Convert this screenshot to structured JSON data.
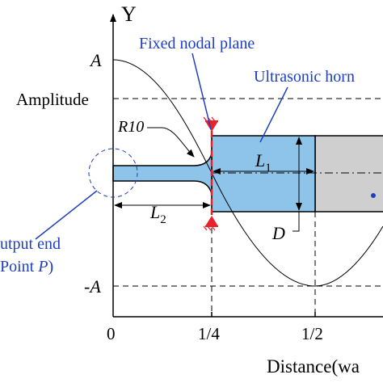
{
  "axes": {
    "y_label": "Y",
    "x_label": "Distance(wa",
    "x_ticks": [
      "0",
      "1/4",
      "1/2"
    ],
    "y_ticks": {
      "A": "A",
      "neg_A": "-A",
      "amplitude": "Amplitude"
    }
  },
  "labels": {
    "fixed_nodal_plane": "Fixed nodal plane",
    "ultrasonic_horn": "Ultrasonic horn",
    "r10": "R10",
    "l1": "L",
    "l1_sub": "1",
    "l2": "L",
    "l2_sub": "2",
    "d": "D",
    "output_end_line1": "utput end",
    "output_end_line2_pre": "Point ",
    "output_end_line2_italic": "P",
    "output_end_line2_post": ")"
  },
  "colors": {
    "blue_label": "#1f3fbf",
    "horn_fill": "#8fc4ea",
    "gray_fill": "#cfcfcf",
    "red_marker": "#e8212b",
    "axis": "#000000"
  }
}
